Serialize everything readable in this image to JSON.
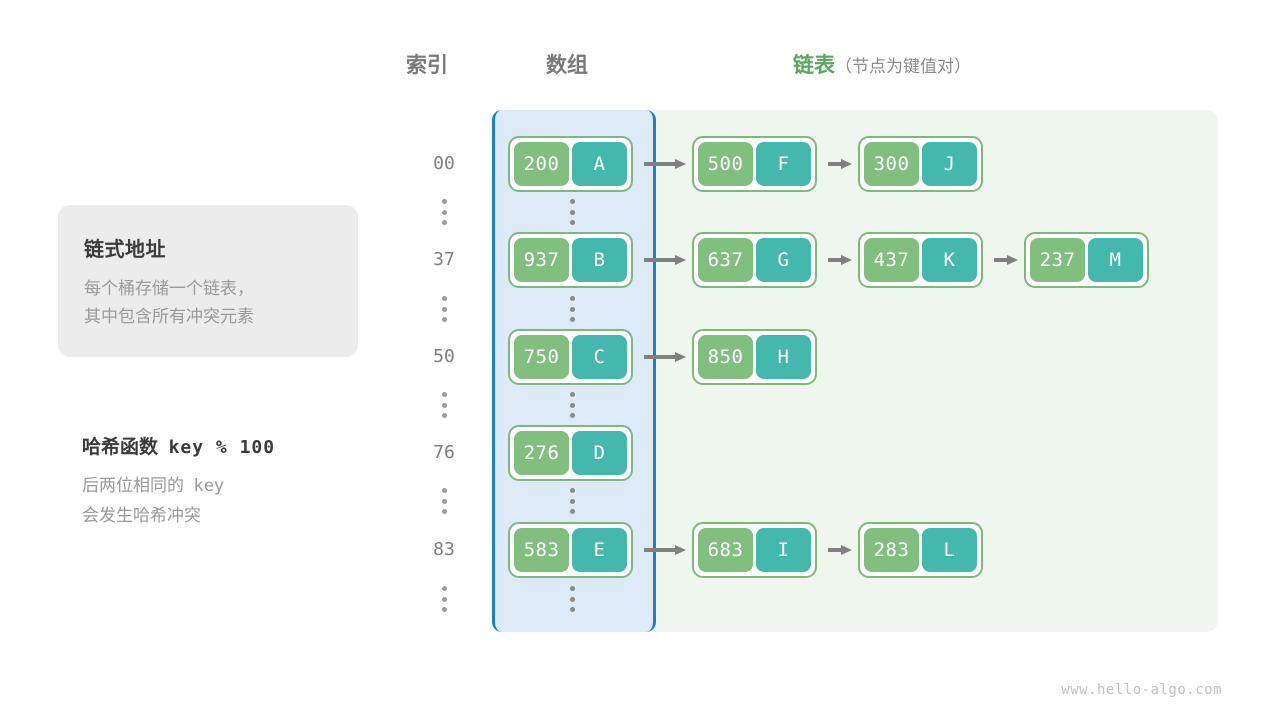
{
  "headers": {
    "index": "索引",
    "array": "数组",
    "list_main": "链表",
    "list_sub": "（节点为键值对）"
  },
  "info_card": {
    "title": "链式地址",
    "line1": "每个桶存储一个链表，",
    "line2": "其中包含所有冲突元素"
  },
  "hash_note": {
    "title_cn": "哈希函数",
    "title_code": "key % 100",
    "line1_cn": "后两位相同的",
    "line1_code": "key",
    "line2": "会发生哈希冲突"
  },
  "colors": {
    "key_box": "#81bf7f",
    "value_box": "#45b8ae",
    "node_border": "#7eb97c",
    "array_border": "#1f7ec4",
    "array_fill": "#dcebf7",
    "list_panel_fill": "#eef6ee",
    "arrow": "#808080",
    "accent_green_text": "#5aa85c",
    "card_bg": "#ececec"
  },
  "buckets": [
    {
      "index": "00",
      "bucket": {
        "key": "200",
        "value": "A"
      },
      "chain": [
        {
          "key": "500",
          "value": "F"
        },
        {
          "key": "300",
          "value": "J"
        }
      ]
    },
    {
      "index": "37",
      "bucket": {
        "key": "937",
        "value": "B"
      },
      "chain": [
        {
          "key": "637",
          "value": "G"
        },
        {
          "key": "437",
          "value": "K"
        },
        {
          "key": "237",
          "value": "M"
        }
      ]
    },
    {
      "index": "50",
      "bucket": {
        "key": "750",
        "value": "C"
      },
      "chain": [
        {
          "key": "850",
          "value": "H"
        }
      ]
    },
    {
      "index": "76",
      "bucket": {
        "key": "276",
        "value": "D"
      },
      "chain": []
    },
    {
      "index": "83",
      "bucket": {
        "key": "583",
        "value": "E"
      },
      "chain": [
        {
          "key": "683",
          "value": "I"
        },
        {
          "key": "283",
          "value": "L"
        }
      ]
    }
  ],
  "ellipsis_symbol": "⋮",
  "footer": "www.hello-algo.com"
}
